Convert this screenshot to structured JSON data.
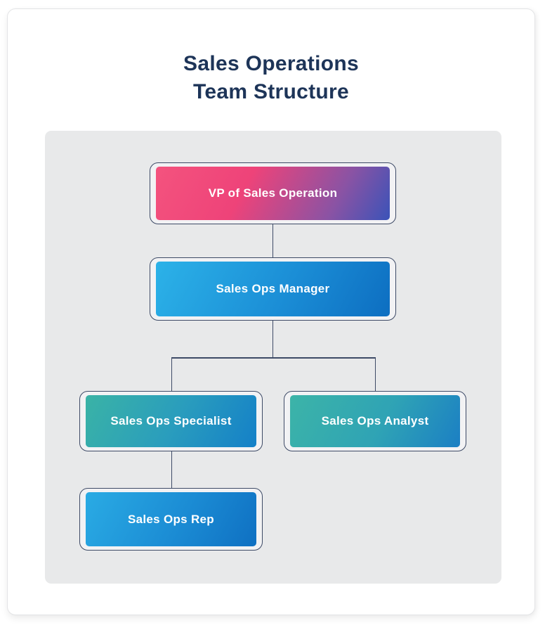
{
  "page": {
    "title_line1": "Sales Operations",
    "title_line2": "Team Structure"
  },
  "org_chart": {
    "type": "org-tree",
    "nodes": {
      "vp": {
        "label": "VP of Sales Operation",
        "level": 1,
        "reports_to": null,
        "gradient": [
          "#f4537e",
          "#3b53b8"
        ]
      },
      "manager": {
        "label": "Sales Ops Manager",
        "level": 2,
        "reports_to": "VP of Sales Operation",
        "gradient": [
          "#2cb2e8",
          "#0d6ec1"
        ]
      },
      "specialist": {
        "label": "Sales Ops Specialist",
        "level": 3,
        "reports_to": "Sales Ops Manager",
        "gradient": [
          "#3ab3a6",
          "#1480c8"
        ]
      },
      "analyst": {
        "label": "Sales Ops Analyst",
        "level": 3,
        "reports_to": "Sales Ops Manager",
        "gradient": [
          "#3cb4a8",
          "#1b7fc4"
        ]
      },
      "rep": {
        "label": "Sales Ops Rep",
        "level": 4,
        "reports_to": "Sales Ops Specialist",
        "gradient": [
          "#2aabe4",
          "#0f70c2"
        ]
      }
    },
    "colors": {
      "title_text": "#1d3458",
      "node_text": "#ffffff",
      "node_outline": "#3d4a66",
      "connector": "#3d4a66",
      "panel_bg": "#e8e9ea",
      "card_bg": "#ffffff"
    }
  }
}
